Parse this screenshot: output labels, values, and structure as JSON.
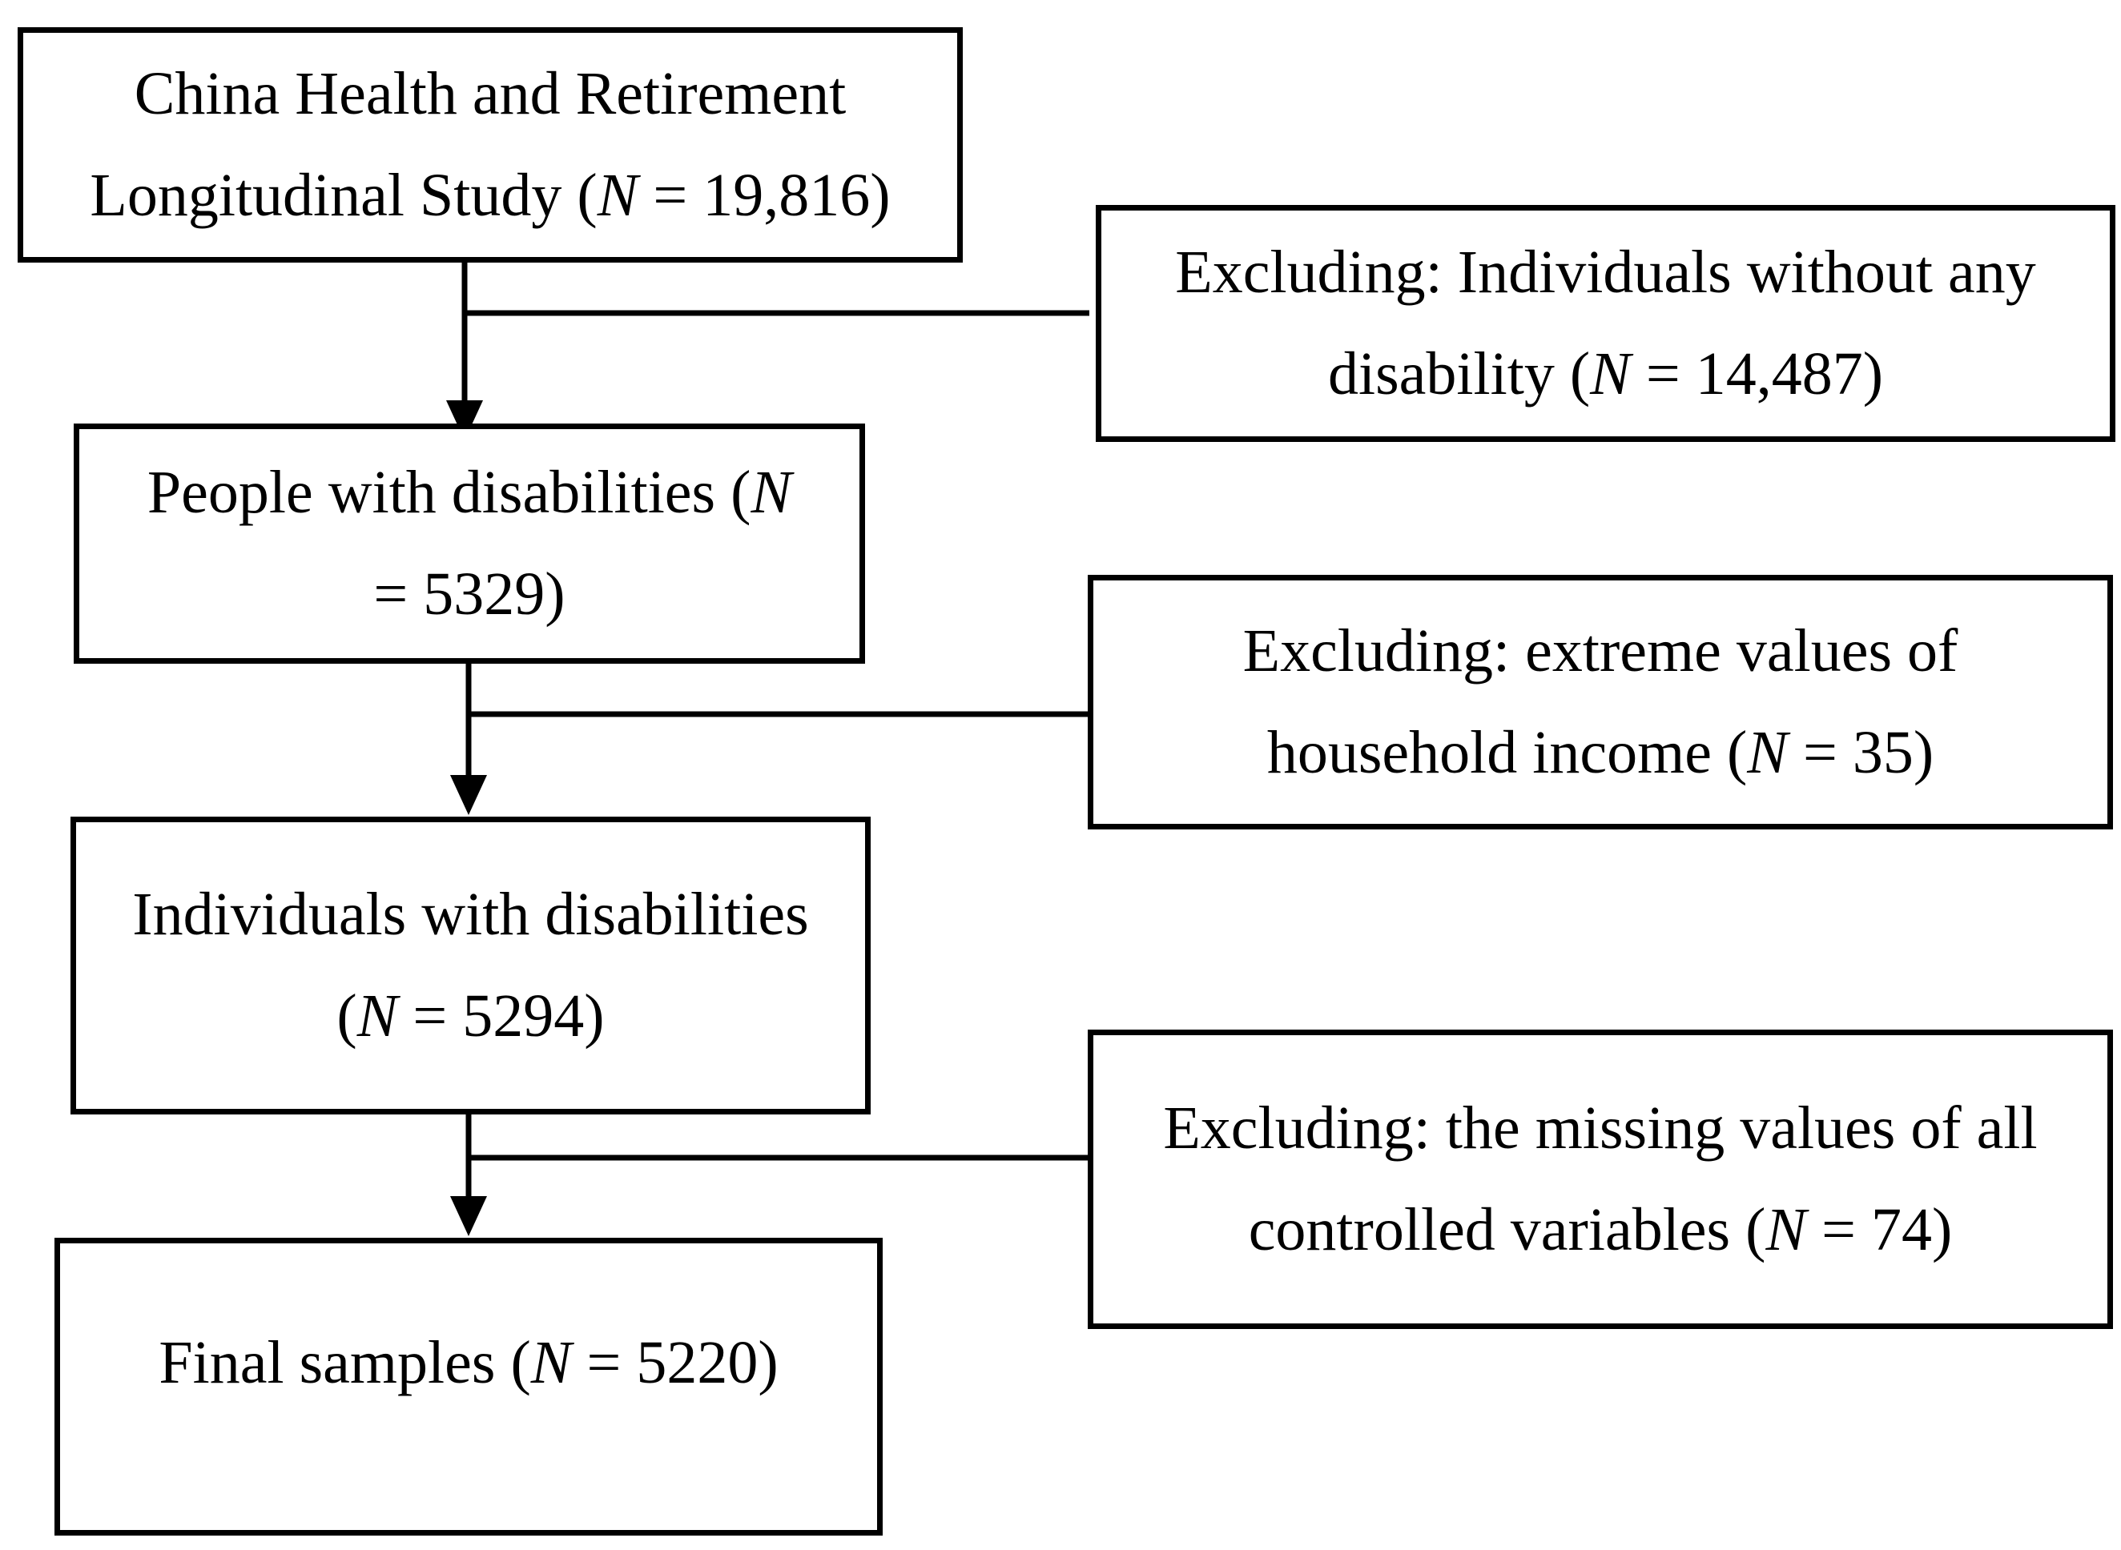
{
  "flowchart": {
    "main_boxes": [
      {
        "id": "b1",
        "parts": [
          [
            {
              "t": "China Health and Retirement"
            }
          ],
          [
            {
              "t": "Longitudinal Study ("
            },
            {
              "t": "N",
              "i": true
            },
            {
              "t": " = 19,816)"
            }
          ]
        ]
      },
      {
        "id": "b2",
        "parts": [
          [
            {
              "t": "People with disabilities ("
            },
            {
              "t": "N",
              "i": true
            }
          ],
          [
            {
              "t": "= 5329)"
            }
          ]
        ]
      },
      {
        "id": "b3",
        "parts": [
          [
            {
              "t": "Individuals with disabilities"
            }
          ],
          [
            {
              "t": "("
            },
            {
              "t": "N",
              "i": true
            },
            {
              "t": " = 5294)"
            }
          ]
        ]
      },
      {
        "id": "b4",
        "parts": [
          [
            {
              "t": "Final samples ("
            },
            {
              "t": "N",
              "i": true
            },
            {
              "t": " = 5220)"
            }
          ]
        ]
      }
    ],
    "exclusion_boxes": [
      {
        "id": "e1",
        "parts": [
          [
            {
              "t": "Excluding: Individuals without any"
            }
          ],
          [
            {
              "t": "disability ("
            },
            {
              "t": "N",
              "i": true
            },
            {
              "t": " = 14,487)"
            }
          ]
        ]
      },
      {
        "id": "e2",
        "parts": [
          [
            {
              "t": "Excluding: extreme values of"
            }
          ],
          [
            {
              "t": "household income ("
            },
            {
              "t": "N",
              "i": true
            },
            {
              "t": " = 35)"
            }
          ]
        ]
      },
      {
        "id": "e3",
        "parts": [
          [
            {
              "t": "Excluding: the missing values of all"
            }
          ],
          [
            {
              "t": "controlled variables ("
            },
            {
              "t": "N",
              "i": true
            },
            {
              "t": " = 74)"
            }
          ]
        ]
      }
    ]
  }
}
